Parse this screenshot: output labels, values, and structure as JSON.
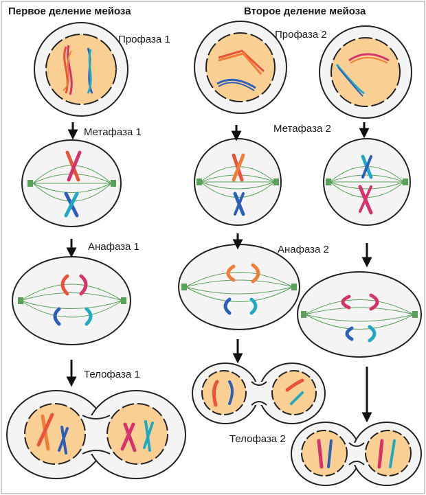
{
  "columns": {
    "first": "Первое деление мейоза",
    "second": "Второе деление мейоза"
  },
  "phases": {
    "prophase1": "Профаза 1",
    "metaphase1": "Метафаза 1",
    "anaphase1": "Анафаза 1",
    "telophase1": "Телофаза 1",
    "prophase2": "Профаза 2",
    "metaphase2": "Метафаза 2",
    "anaphase2": "Анафаза 2",
    "telophase2": "Телофаза 2"
  },
  "colors": {
    "cell_fill": "#f4f4f4",
    "nucleus_fill": "#f9cf94",
    "spindle": "#5aa05a",
    "chromosome_red": "#e8533a",
    "chromosome_orange": "#f07d3a",
    "chromosome_pink": "#d6336c",
    "chromosome_blue": "#2b5fb8",
    "chromosome_teal": "#21a9c4",
    "outline": "#222222"
  }
}
